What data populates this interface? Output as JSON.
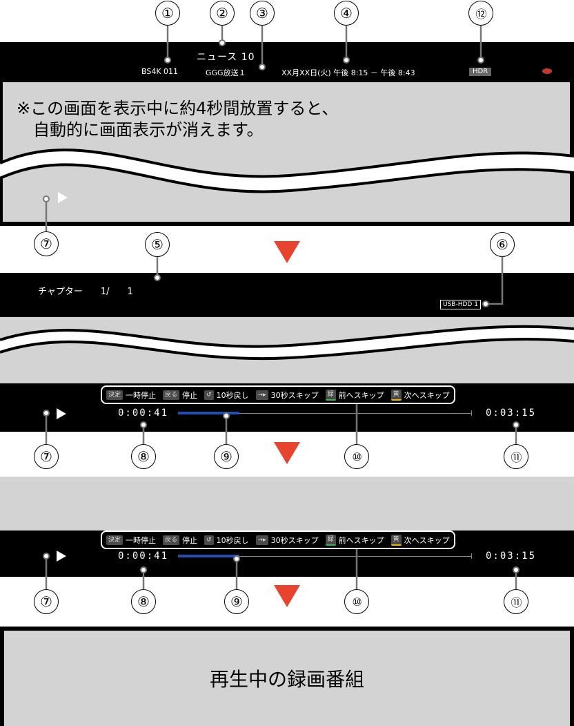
{
  "callouts": [
    "①",
    "②",
    "③",
    "④",
    "⑤",
    "⑥",
    "⑦",
    "⑧",
    "⑨",
    "⑩",
    "⑪",
    "⑫"
  ],
  "screen1": {
    "program_title": "ニュース 10",
    "channel": "BS4K 011",
    "broadcaster": "GGG放送１",
    "datetime": "XX月XX日(火) 午後 8:15 － 午後 8:43",
    "hdr_badge": "HDR",
    "notice_line1": "※この画面を表示中に約4秒間放置すると、",
    "notice_line2": "自動的に画面表示が消えます。"
  },
  "screen2": {
    "chapter": "チャプター　　1/　　1",
    "device_badge": "USB-HDD 1"
  },
  "operation_bar": {
    "items": [
      {
        "key": "決定",
        "label": "一時停止",
        "key_color": ""
      },
      {
        "key": "戻る",
        "label": "停止",
        "key_color": ""
      },
      {
        "key": "↺",
        "label": "10秒戻し",
        "key_color": ""
      },
      {
        "key": "→▸",
        "label": "30秒スキップ",
        "key_color": ""
      },
      {
        "key": "緑",
        "label": "前へスキップ",
        "key_color": "#3bb54a"
      },
      {
        "key": "黄",
        "label": "次へスキップ",
        "key_color": "#f2b705"
      }
    ]
  },
  "playback": {
    "elapsed": "0:00:41",
    "total": "0:03:15",
    "progress_fraction": 0.21
  },
  "final_screen": {
    "caption": "再生中の録画番組"
  },
  "colors": {
    "arrow": "#e8432e",
    "progress": "#1f4fb0",
    "screen_gray": "#d3d3d3"
  }
}
